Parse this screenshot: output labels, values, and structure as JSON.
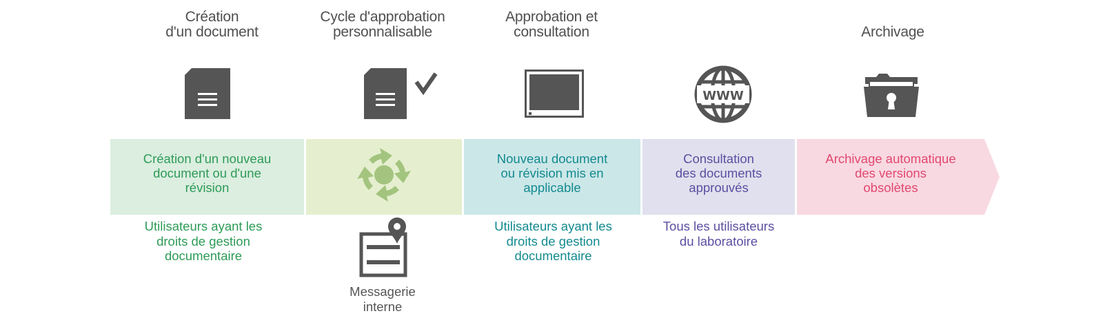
{
  "stages": [
    {
      "title": "Création\nd'un document",
      "band_text": "Création d'un nouveau\ndocument ou d'une\nrévision",
      "below_text": "Utilisateurs ayant les\ndroits de gestion\ndocumentaire",
      "icon": "document-icon",
      "band_color": "#dbeee0",
      "text_color": "#2e9b57"
    },
    {
      "title": "Cycle d'approbation\npersonnalisable",
      "band_text": "",
      "below_text": "Messagerie\ninterne",
      "icon": "document-check-icon",
      "band_icon": "cycle-arrows-icon",
      "below_icon": "message-pin-icon",
      "band_color": "#e5efcf",
      "text_color": "#555555"
    },
    {
      "title": "Approbation et\nconsultation",
      "band_text": "Nouveau document\nou révision mis en\napplicable",
      "below_text": "Utilisateurs ayant les\ndroits de gestion\ndocumentaire",
      "icon": "monitor-icon",
      "band_color": "#cce7e8",
      "text_color": "#138a8f"
    },
    {
      "title": "",
      "band_text": "Consultation\ndes documents\napprouvés",
      "below_text": "Tous les utilisateurs\ndu laboratoire",
      "icon": "www-globe-icon",
      "band_color": "#e0e0ee",
      "text_color": "#5a4fa1"
    },
    {
      "title": "Archivage",
      "band_text": "Archivage automatique\ndes versions\nobsolètes",
      "below_text": "",
      "icon": "locked-folder-icon",
      "band_color": "#f8d9e2",
      "text_color": "#e2476f"
    }
  ]
}
